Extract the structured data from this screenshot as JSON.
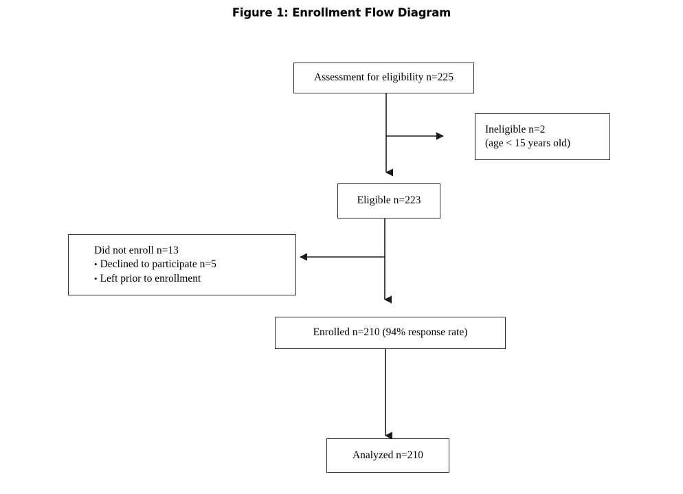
{
  "figure": {
    "title": "Figure 1: Enrollment Flow Diagram"
  },
  "nodes": {
    "assessment": {
      "label": "Assessment for eligibility n=225"
    },
    "ineligible": {
      "line1": "Ineligible n=2",
      "line2": "(age < 15 years old)"
    },
    "eligible": {
      "label": "Eligible n=223"
    },
    "did_not_enroll": {
      "heading": "Did not enroll n=13",
      "bullet1": "Declined to participate n=5",
      "bullet2": "Left prior to enrollment",
      "bullet_glyph": "•"
    },
    "enrolled": {
      "label": "Enrolled n=210 (94% response rate)"
    },
    "analyzed": {
      "label": "Analyzed n=210"
    }
  },
  "chart_data": {
    "type": "diagram",
    "diagram_kind": "consort-enrollment-flow",
    "title": "Figure 1: Enrollment Flow Diagram",
    "nodes": [
      {
        "id": "assessment",
        "text": "Assessment for eligibility n=225",
        "value": 225
      },
      {
        "id": "ineligible",
        "text": "Ineligible n=2 (age < 15 years old)",
        "value": 2
      },
      {
        "id": "eligible",
        "text": "Eligible n=223",
        "value": 223
      },
      {
        "id": "did_not_enroll",
        "text": "Did not enroll n=13; Declined to participate n=5; Left prior to enrollment",
        "value": 13
      },
      {
        "id": "enrolled",
        "text": "Enrolled n=210 (94% response rate)",
        "value": 210
      },
      {
        "id": "analyzed",
        "text": "Analyzed n=210",
        "value": 210
      }
    ],
    "edges": [
      {
        "from": "assessment",
        "to": "ineligible",
        "direction": "right"
      },
      {
        "from": "assessment",
        "to": "eligible",
        "direction": "down"
      },
      {
        "from": "eligible",
        "to": "did_not_enroll",
        "direction": "left"
      },
      {
        "from": "eligible",
        "to": "enrolled",
        "direction": "down"
      },
      {
        "from": "enrolled",
        "to": "analyzed",
        "direction": "down"
      }
    ],
    "response_rate_percent": 94
  },
  "colors": {
    "box_border": "#2b2b2b",
    "connector": "#1a1a1a",
    "background": "#ffffff",
    "text": "#000000"
  }
}
